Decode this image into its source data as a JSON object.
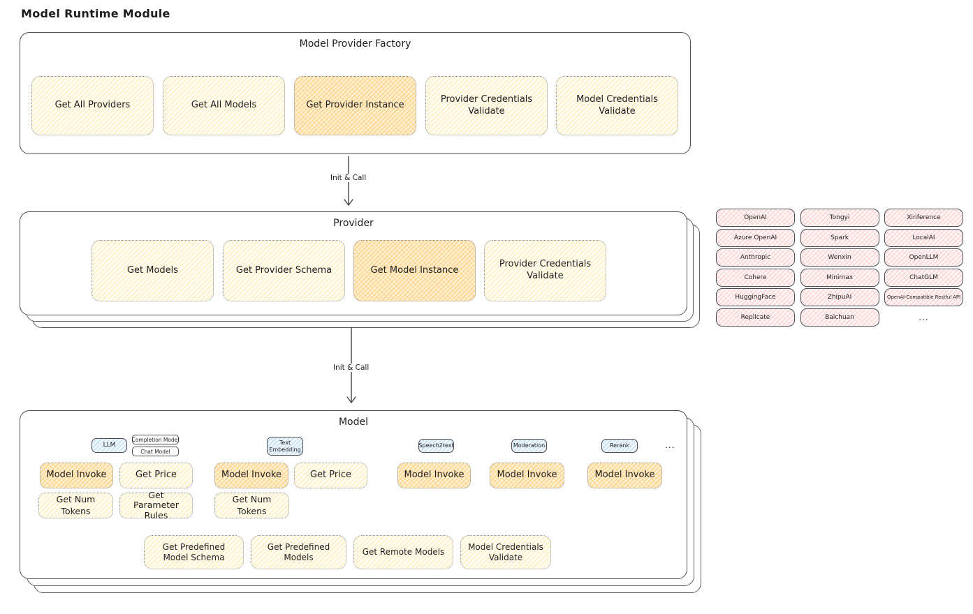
{
  "title": "Model Runtime Module",
  "arrows": {
    "arrow1_label": "Init & Call",
    "arrow2_label": "Init & Call"
  },
  "factory": {
    "title": "Model Provider Factory",
    "boxes": [
      {
        "label": "Get All Providers",
        "variant": "light"
      },
      {
        "label": "Get All Models",
        "variant": "light"
      },
      {
        "label": "Get Provider Instance",
        "variant": "highlighted"
      },
      {
        "label": "Provider Credentials Validate",
        "variant": "light"
      },
      {
        "label": "Model Credentials Validate",
        "variant": "light"
      }
    ]
  },
  "provider": {
    "title": "Provider",
    "boxes": [
      {
        "label": "Get Models",
        "variant": "light"
      },
      {
        "label": "Get Provider Schema",
        "variant": "light"
      },
      {
        "label": "Get Model Instance",
        "variant": "highlighted"
      },
      {
        "label": "Provider Credentials Validate",
        "variant": "light"
      }
    ]
  },
  "providers_panel": {
    "items": [
      {
        "label": "OpenAI"
      },
      {
        "label": "Tongyi"
      },
      {
        "label": "Xinference"
      },
      {
        "label": "Azure OpenAI"
      },
      {
        "label": "Spark"
      },
      {
        "label": "LocalAI"
      },
      {
        "label": "Anthropic"
      },
      {
        "label": "Wenxin"
      },
      {
        "label": "OpenLLM"
      },
      {
        "label": "Cohere"
      },
      {
        "label": "Minimax"
      },
      {
        "label": "ChatGLM"
      },
      {
        "label": "HuggingFace"
      },
      {
        "label": "ZhipuAI"
      },
      {
        "label": "OpenAI-Compatible Restful API"
      },
      {
        "label": "Replicate"
      },
      {
        "label": "Baichuan"
      }
    ],
    "ellipsis": "..."
  },
  "model": {
    "title": "Model",
    "tags": {
      "llm": "LLM",
      "completion_model": "Completion Model",
      "chat_model": "Chat Model",
      "text_embedding": "Text Embedding",
      "speech2text": "Speech2text",
      "moderation": "Moderation",
      "rerank": "Rerank",
      "ellipsis": "..."
    },
    "functions": {
      "model_invoke": "Model Invoke",
      "get_price": "Get Price",
      "get_num_tokens": "Get Num Tokens",
      "get_parameter_rules": "Get Parameter Rules",
      "get_predefined_model_schema": "Get Predefined Model Schema",
      "get_predefined_models": "Get Predefined Models",
      "get_remote_models": "Get Remote Models",
      "model_credentials_validate": "Model Credentials Validate"
    }
  },
  "colors": {
    "box_yellow_light": "#fff8e1",
    "box_yellow_highlight": "#ffe4b3",
    "box_pink": "#fdecec",
    "box_blue": "#e7f3fb",
    "container_border": "#4a4d52",
    "text": "#1e1e1e"
  }
}
